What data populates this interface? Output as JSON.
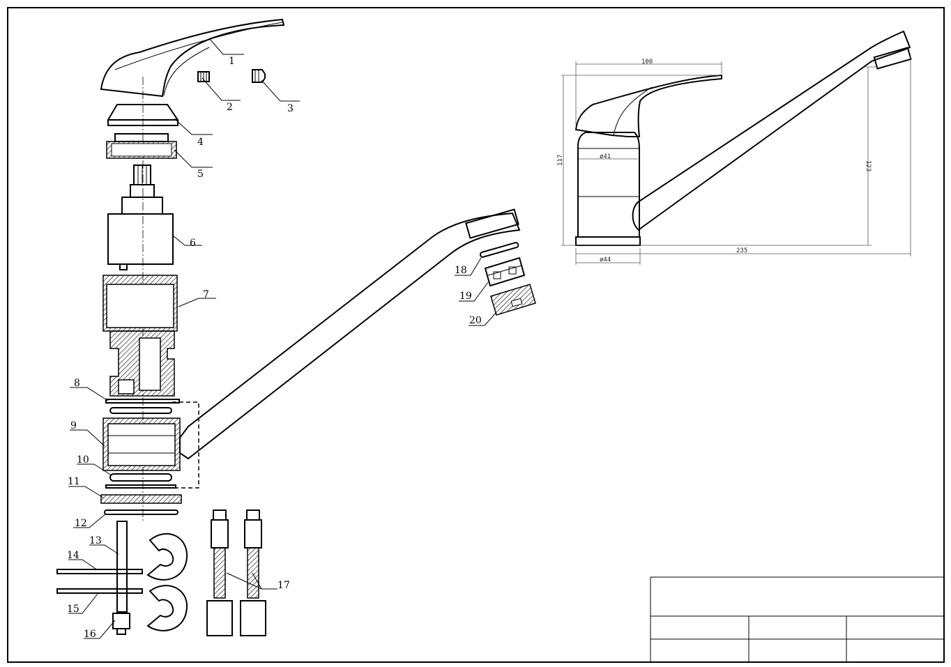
{
  "drawing": {
    "callouts": [
      "1",
      "2",
      "3",
      "4",
      "5",
      "6",
      "7",
      "8",
      "9",
      "10",
      "11",
      "12",
      "13",
      "14",
      "15",
      "16",
      "17",
      "18",
      "19",
      "20"
    ],
    "dimensions": {
      "handle_length": "100",
      "total_height": "117",
      "body_diameter": "ø41",
      "spout_height": "123",
      "spout_reach": "235",
      "base_diameter": "ø44"
    }
  }
}
